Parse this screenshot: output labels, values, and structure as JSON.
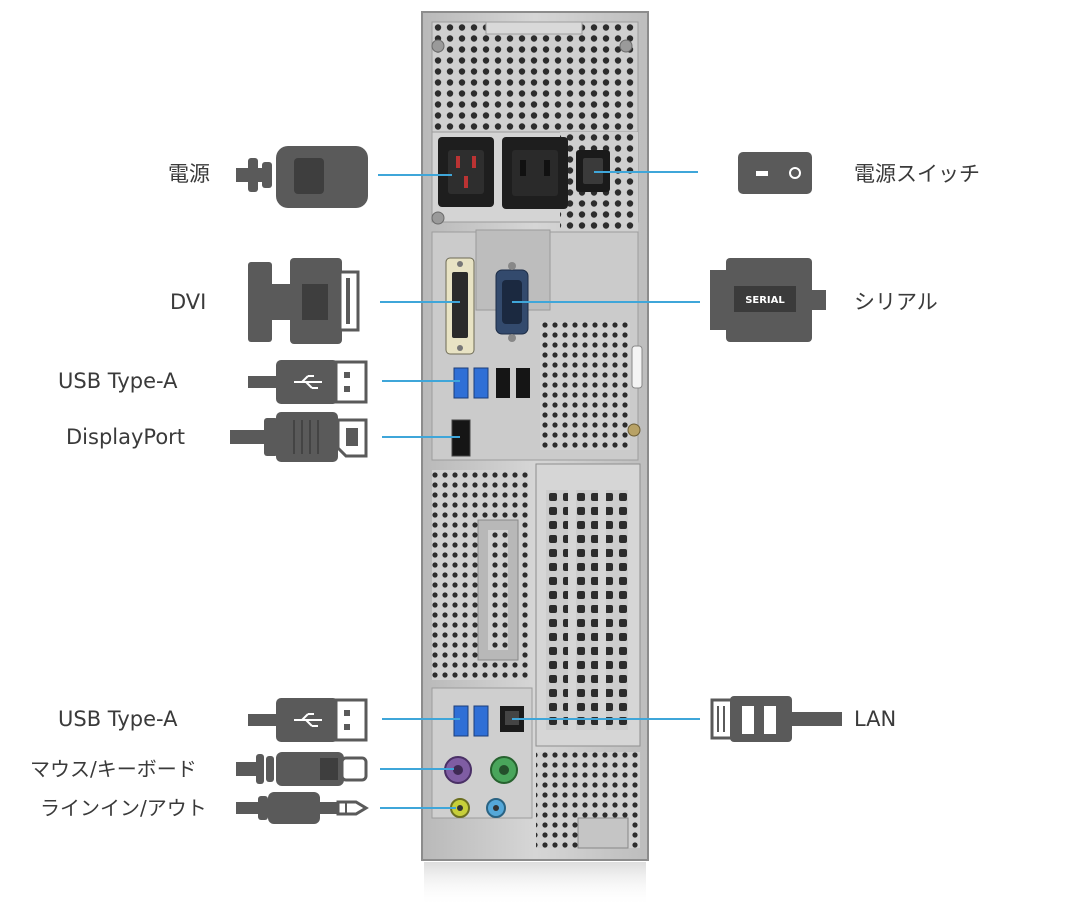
{
  "colors": {
    "leader_line": "#3fa6d9",
    "connector_gray": "#5a5a5a",
    "connector_dark": "#3b3b3b",
    "chassis": "#c9c9c9",
    "chassis_dark": "#9a9a9a",
    "label_text": "#3a3a3a",
    "usb_blue": "#2f6fd6"
  },
  "labels": {
    "power": "電源",
    "power_switch": "電源スイッチ",
    "dvi": "DVI",
    "serial": "シリアル",
    "usb_a_top": "USB Type-A",
    "displayport": "DisplayPort",
    "usb_a_bottom": "USB Type-A",
    "lan": "LAN",
    "mouse_keyboard": "マウス/キーボード",
    "line_in_out": "ラインイン/アウト",
    "serial_plug_text": "SERIAL"
  },
  "icons": {
    "power": "power-cable-icon",
    "power_switch": "rocker-switch-icon",
    "dvi": "dvi-connector-icon",
    "serial": "serial-connector-icon",
    "usb": "usb-symbol-icon",
    "displayport": "displayport-connector-icon",
    "lan": "ethernet-plug-icon",
    "ps2": "ps2-plug-icon",
    "audio": "audio-jack-icon"
  }
}
